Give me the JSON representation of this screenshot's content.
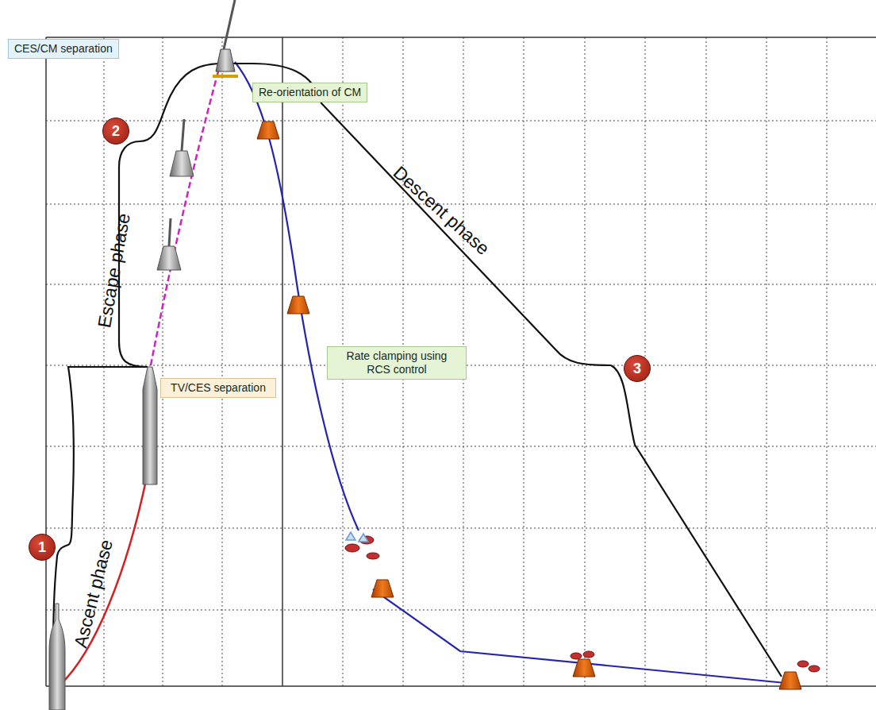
{
  "diagram": {
    "nodes": [
      {
        "text": [
          "CES/CM separation"
        ]
      },
      {
        "text": [
          "2"
        ]
      },
      {
        "text": [
          "Re-orientation of CM"
        ]
      },
      {
        "text": [
          "Rate clamping using RCS control"
        ]
      },
      {
        "text": [
          "3"
        ]
      },
      {
        "text": [
          "TV/CES separation"
        ]
      },
      {
        "text": [
          "1"
        ]
      }
    ],
    "labels": [
      "Escape phase",
      "Descent phase",
      "Ascent phase"
    ]
  }
}
